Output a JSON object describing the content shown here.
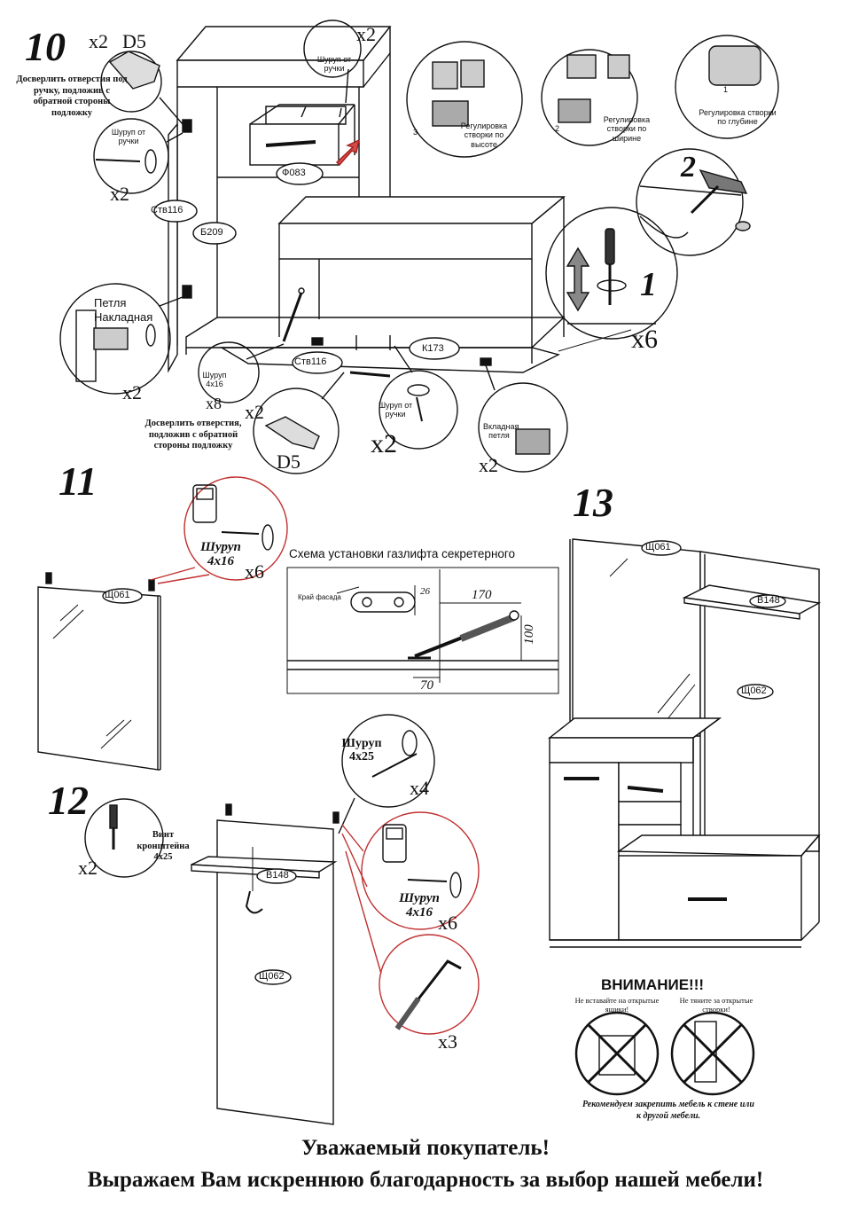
{
  "steps": {
    "s10": {
      "number": "10",
      "drill_top": {
        "count": "x2",
        "bit": "D5",
        "note": "Досверлить отверстия под ручку, подложив с обратной стороны подложку"
      },
      "screw_top": {
        "count": "x2",
        "label": "Шуруп от ручки"
      },
      "screw_left": {
        "label": "Шуруп от ручки",
        "count": "x2"
      },
      "hinge_left": {
        "label": "Петля Накладная",
        "count": "x2"
      },
      "small_screw": {
        "label": "Шуруп 4x16",
        "count": "x8"
      },
      "drill_bottom": {
        "count": "x2",
        "note": "Досверлить отверстия, подложив с обратной стороны подложку",
        "bit": "D5"
      },
      "screw_bottom": {
        "label": "Шуруп от ручки",
        "count": "x2"
      },
      "insert_hinge": {
        "label": "Вкладная петля",
        "count": "x2"
      },
      "adjust": [
        {
          "label": "Регулировка створки по высоте",
          "mark": "3"
        },
        {
          "label": "Регулировка створки по ширине",
          "mark": "2"
        },
        {
          "label": "Регулировка створки по глубине",
          "mark": "1"
        }
      ],
      "foot_step2": "2",
      "foot_step1": "1",
      "feet_count": "x6",
      "parts": {
        "door_top": "Ств116",
        "door_bottom": "Ств116",
        "side": "Б209",
        "drawer": "Ф083",
        "bottom_box": "К173"
      }
    },
    "s11": {
      "number": "11",
      "mirror": "Щ061",
      "screw_label": "Шуруп 4x16",
      "count": "x6"
    },
    "s12": {
      "number": "12",
      "bracket_screw": {
        "label": "Винт кронштейна 4x25",
        "count": "x2"
      },
      "top_screw": {
        "label": "Шуруп 4x25",
        "count": "x4"
      },
      "side_screw": {
        "label": "Шуруп 4x16",
        "count": "x6"
      },
      "hex_count": "x3",
      "shelf": "В148",
      "panel": "Щ062"
    },
    "s13": {
      "number": "13",
      "mirror": "Щ061",
      "shelf": "В148",
      "panel": "Щ062"
    }
  },
  "scheme": {
    "title": "Схема установки газлифта секретерного",
    "edge_label": "Край фасада",
    "dims": {
      "d26": "26",
      "d170": "170",
      "d100": "100",
      "d70": "70"
    }
  },
  "warning": {
    "title": "ВНИМАНИЕ!!!",
    "left": "Не вставайте на открытые ящики!",
    "right": "Не тяните за открытые створки!",
    "note": "Рекомендуем закрепить мебель к стене или к другой мебели."
  },
  "footer": {
    "line1": "Уважаемый покупатель!",
    "line2": "Выражаем Вам искреннюю благодарность за выбор нашей мебели!"
  }
}
